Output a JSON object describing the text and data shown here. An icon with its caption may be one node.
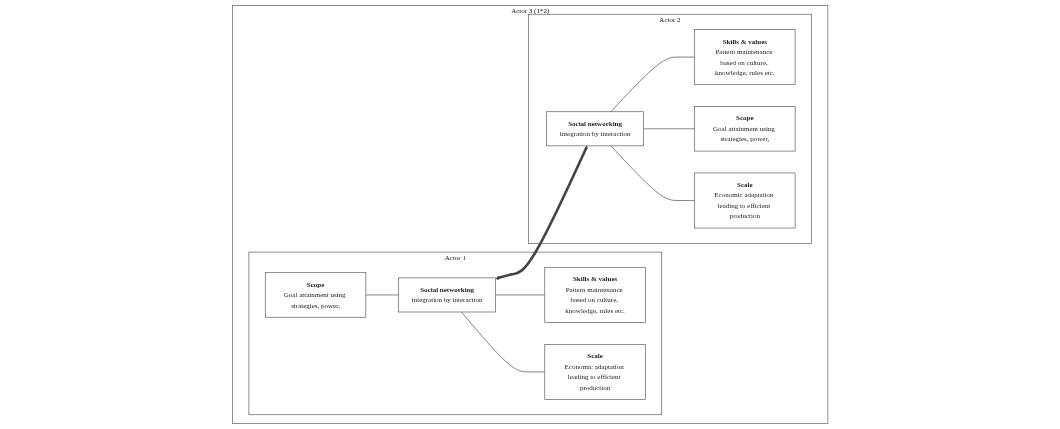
{
  "diagram": {
    "nodes": [
      {
        "text": [
          "Actor 3 (1*2)"
        ]
      },
      {
        "text": [
          "Actor 1"
        ],
        "in": 0
      },
      {
        "text": [
          "Skills & values",
          "Pattern maintenance based on culture, knowledge, rules etc."
        ],
        "in": 1
      },
      {
        "text": [
          "Scope",
          "Goal attainment using strategies, power,"
        ],
        "in": 1
      },
      {
        "text": [
          "Social networking",
          "integration by interaction"
        ],
        "in": 1
      },
      {
        "text": [
          "Scale",
          "Economic adaptation leading to efficient production"
        ],
        "in": 1
      },
      {
        "text": [
          "Actor 2"
        ],
        "in": 0
      },
      {
        "text": [
          "Skills & values",
          "Pattern maintenance based on culture, knowledge, rules etc."
        ],
        "in": 6
      },
      {
        "text": [
          "Social networking",
          "integration by interaction"
        ],
        "in": 6
      },
      {
        "text": [
          "Scope",
          "Goal attainment using strategies, power,"
        ],
        "in": 6
      },
      {
        "text": [
          "Scale",
          "Economic adaptation leading to efficient production"
        ],
        "in": 6
      }
    ],
    "edges": [
      {
        "from": 4,
        "to": 2,
        "arrow": "none"
      },
      {
        "from": 3,
        "to": 4,
        "arrow": "none"
      },
      {
        "from": 4,
        "to": 5,
        "arrow": "none"
      },
      {
        "from": 4,
        "to": 8,
        "arrow": "both",
        "style": "thick"
      },
      {
        "from": 8,
        "to": 7,
        "arrow": "none"
      },
      {
        "from": 8,
        "to": 9,
        "arrow": "none"
      },
      {
        "from": 8,
        "to": 10,
        "arrow": "none"
      }
    ]
  }
}
